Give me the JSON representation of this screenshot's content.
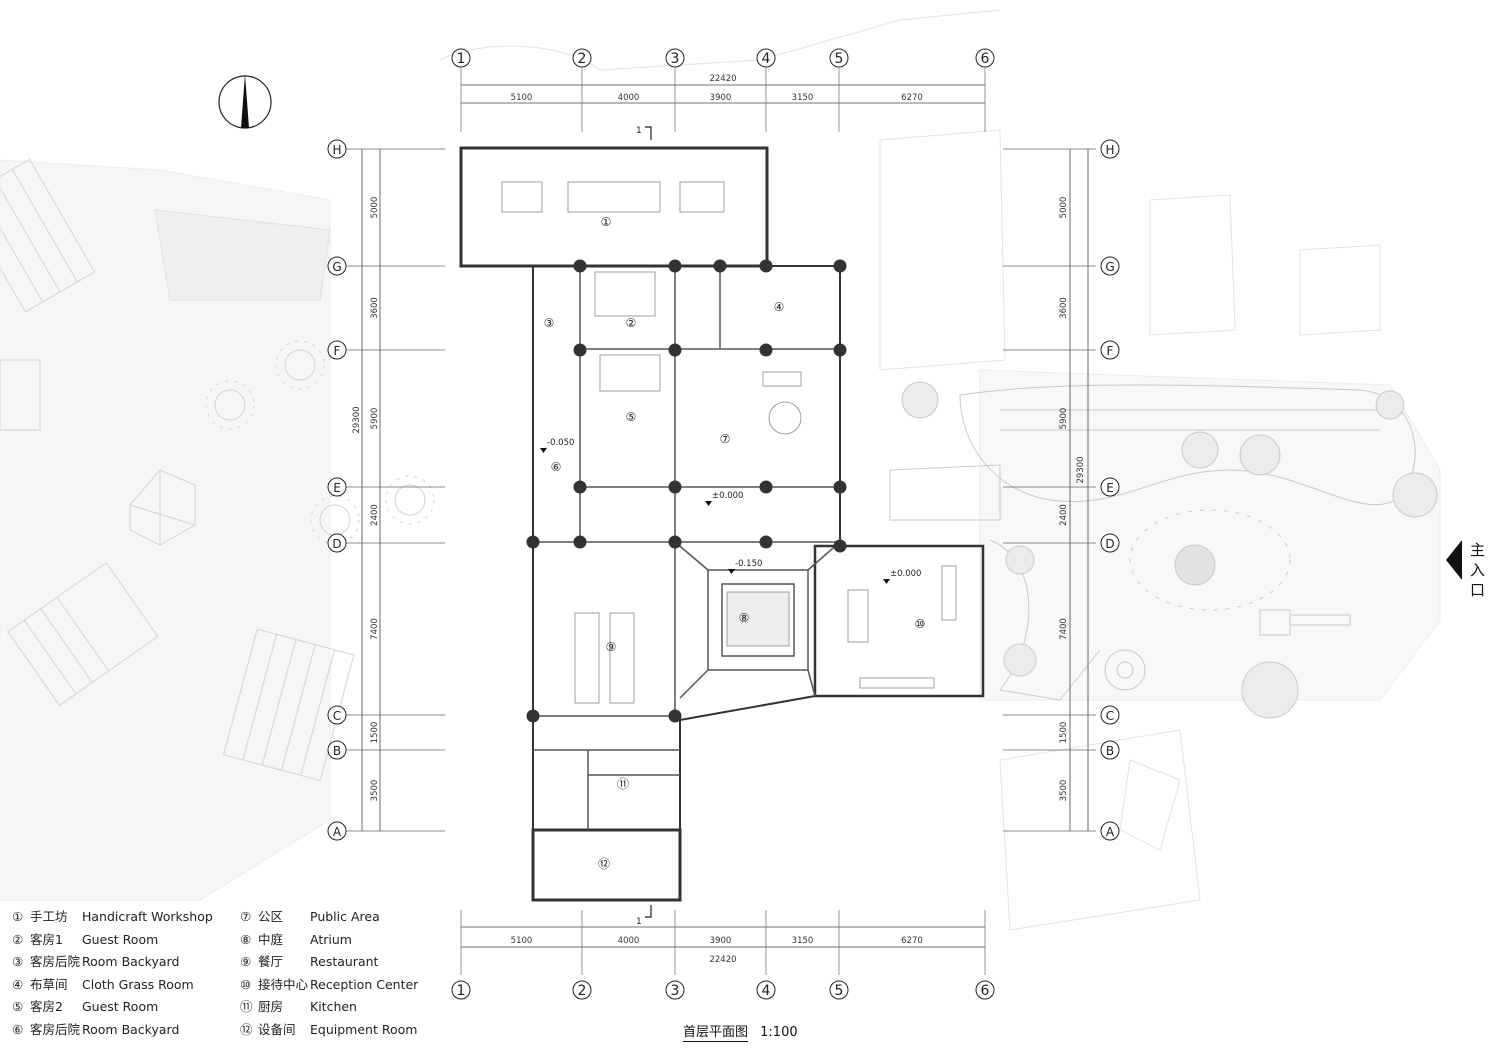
{
  "title": {
    "main": "首层平面图",
    "scale": "1:100"
  },
  "entrance": {
    "label": "主入口"
  },
  "axes": {
    "columns": [
      "1",
      "2",
      "3",
      "4",
      "5",
      "6"
    ],
    "rows": [
      "H",
      "G",
      "F",
      "E",
      "D",
      "C",
      "B",
      "A"
    ]
  },
  "dimensions": {
    "horizontal_segments": [
      "5100",
      "4000",
      "3900",
      "3150",
      "6270"
    ],
    "horizontal_total": "22420",
    "vertical_segments": [
      "5000",
      "3600",
      "5900",
      "2400",
      "7400",
      "1500",
      "3500"
    ],
    "vertical_total": "29300"
  },
  "levels": [
    "-0.050",
    "±0.000",
    "-0.150",
    "±0.000"
  ],
  "section_mark": "1",
  "rooms": [
    "①",
    "②",
    "③",
    "④",
    "⑤",
    "⑥",
    "⑦",
    "⑧",
    "⑨",
    "⑩",
    "⑪",
    "⑫"
  ],
  "legend": [
    {
      "num": "①",
      "cn": "手工坊",
      "en": "Handicraft Workshop"
    },
    {
      "num": "②",
      "cn": "客房1",
      "en": "Guest Room"
    },
    {
      "num": "③",
      "cn": "客房后院",
      "en": "Room Backyard"
    },
    {
      "num": "④",
      "cn": "布草间",
      "en": "Cloth Grass Room"
    },
    {
      "num": "⑤",
      "cn": "客房2",
      "en": "Guest Room"
    },
    {
      "num": "⑥",
      "cn": "客房后院",
      "en": "Room Backyard"
    },
    {
      "num": "⑦",
      "cn": "公区",
      "en": "Public Area"
    },
    {
      "num": "⑧",
      "cn": "中庭",
      "en": "Atrium"
    },
    {
      "num": "⑨",
      "cn": "餐厅",
      "en": "Restaurant"
    },
    {
      "num": "⑩",
      "cn": "接待中心",
      "en": "Reception Center"
    },
    {
      "num": "⑪",
      "cn": "厨房",
      "en": "Kitchen"
    },
    {
      "num": "⑫",
      "cn": "设备间",
      "en": "Equipment Room"
    }
  ]
}
